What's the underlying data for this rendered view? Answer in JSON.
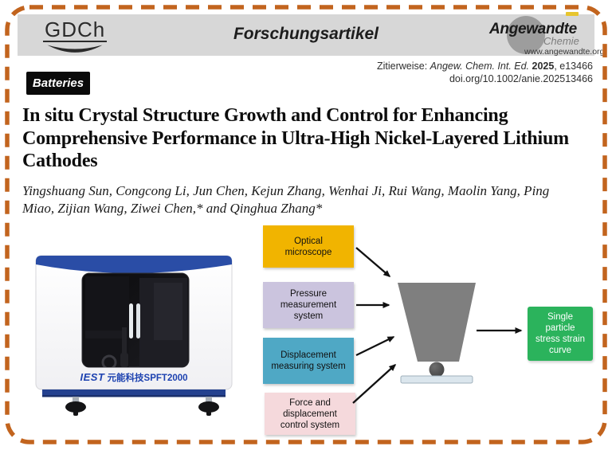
{
  "header": {
    "gdch": "GDCh",
    "section_label": "Forschungsartikel",
    "journal_name": "Angewandte",
    "journal_sub": "Chemie",
    "journal_url": "www.angewandte.org"
  },
  "citation": {
    "prefix": "Zitierweise: ",
    "journal": "Angew. Chem. Int. Ed. ",
    "year": "2025",
    "tail": ", e13466",
    "doi": "doi.org/10.1002/anie.202513466"
  },
  "badge": {
    "label": "Batteries"
  },
  "article": {
    "title": "In situ Crystal Structure Growth and Control for Enhancing Comprehensive Performance in Ultra-High Nickel-Layered Lithium Cathodes",
    "authors": "Yingshuang Sun, Congcong Li, Jun Chen, Kejun Zhang, Wenhai Ji, Rui Wang, Maolin Yang, Ping Miao, Zijian Wang, Ziwei Chen,* and Qinghua Zhang*"
  },
  "figure": {
    "instrument": {
      "brand": "IEST",
      "model": "元能科技SPFT2000"
    },
    "flow_boxes": [
      {
        "label": "Optical\nmicroscope",
        "color": "#F1B400"
      },
      {
        "label": "Pressure\nmeasurement\nsystem",
        "color": "#CBC4DE"
      },
      {
        "label": "Displacement\nmeasuring system",
        "color": "#4FA8C5"
      },
      {
        "label": "Force and\ndisplacement\ncontrol system",
        "color": "#F5D9DC"
      }
    ],
    "result_box": {
      "label": "Single\nparticle\nstress strain\ncurve",
      "color": "#2BB35C"
    }
  },
  "colors": {
    "border_dash": "#C2641E",
    "header_bg": "#D7D7D7",
    "badge_bg": "#0A0A0A",
    "machine_blue": "#2A4DA6"
  }
}
